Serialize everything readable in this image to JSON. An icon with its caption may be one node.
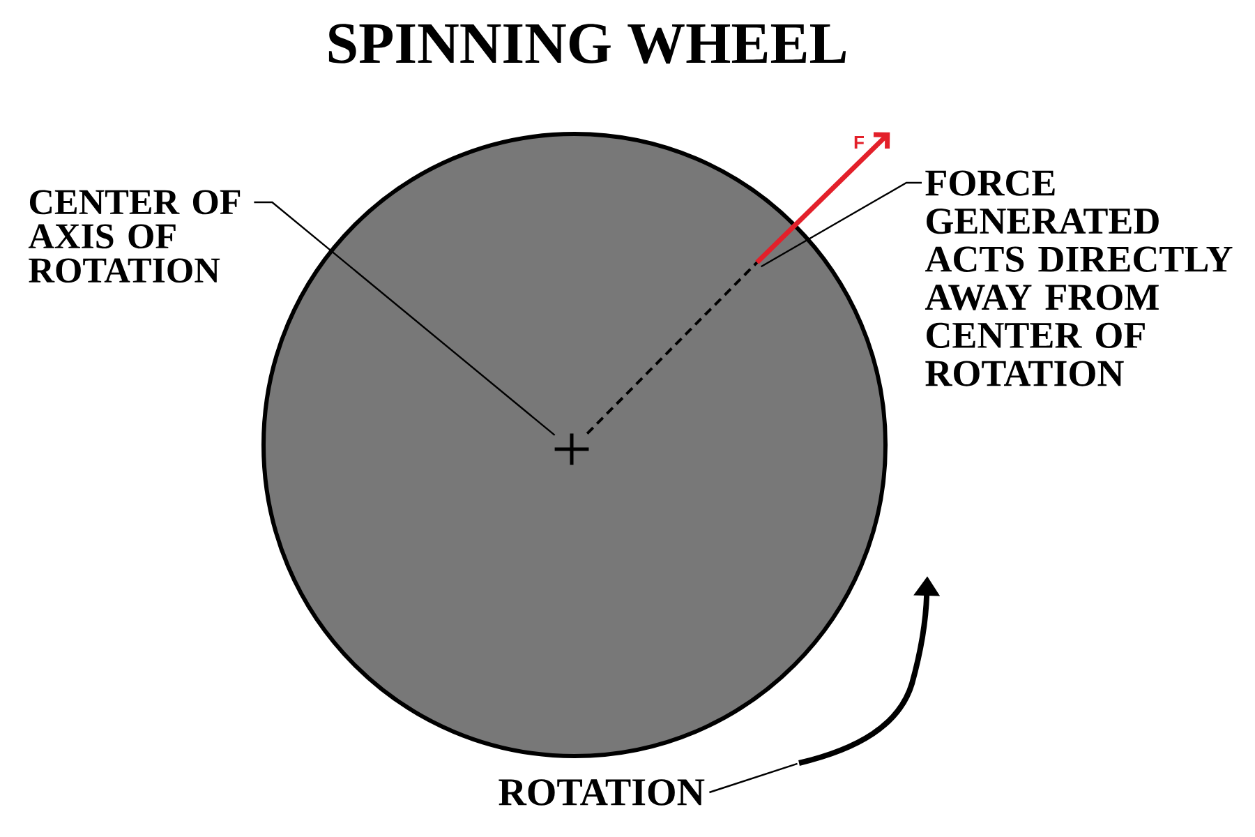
{
  "diagram": {
    "title": "SPINNING WHEEL",
    "nodes": [
      {
        "text": [
          "CENTER OF AXIS OF ROTATION"
        ]
      },
      {
        "text": [],
        "shape": "cross"
      },
      {
        "text": [
          "FORCE GENERATED ACTS DIRECTLY AWAY FROM CENTER OF ROTATION"
        ]
      },
      {
        "text": [],
        "shape": "arrow"
      },
      {
        "text": [
          "ROTATION"
        ]
      },
      {
        "text": [],
        "shape": "arrow"
      }
    ],
    "edges": [
      {
        "from": 0,
        "to": 1,
        "arrow": "none"
      },
      {
        "from": 2,
        "to": 3,
        "arrow": "none"
      },
      {
        "from": 1,
        "to": 3,
        "arrow": "none",
        "style": "dashed"
      },
      {
        "from": 4,
        "to": 5,
        "arrow": "none"
      }
    ],
    "labels": [
      "F"
    ]
  }
}
